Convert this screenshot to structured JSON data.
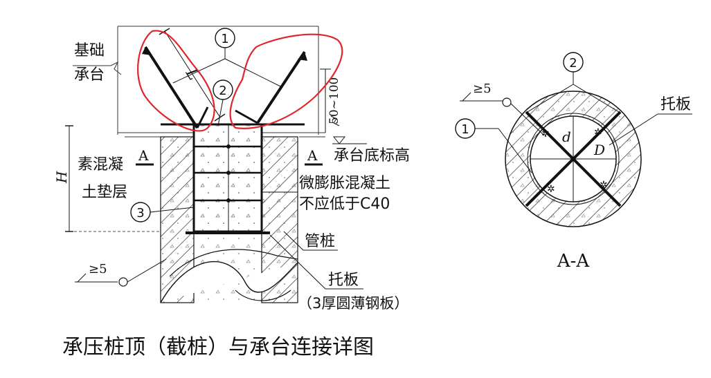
{
  "title": "承压桩顶（截桩）与承台连接详图",
  "labels": {
    "cap_line1": "基础",
    "cap_line2": "承台",
    "bed_line1": "素混凝",
    "bed_line2": "土垫层",
    "cap_bottom": "承台底标高",
    "concrete_line1": "微膨胀混凝土",
    "concrete_line2": "不应低于C40",
    "pipe_pile": "管桩",
    "plate": "托板",
    "plate_spec": "（3厚圆薄钢板）",
    "section_ref": "A",
    "section_title": "A-A",
    "plate_right": "托板",
    "dim_range": "50~100",
    "dim_L": "L",
    "dim_H": "H",
    "dim_d": "d",
    "dim_D": "D",
    "weld_ge5": "≥5",
    "circle_1": "1",
    "circle_2": "2",
    "circle_3": "3"
  },
  "colors": {
    "ink": "#111111",
    "markup": "#e0252b"
  }
}
